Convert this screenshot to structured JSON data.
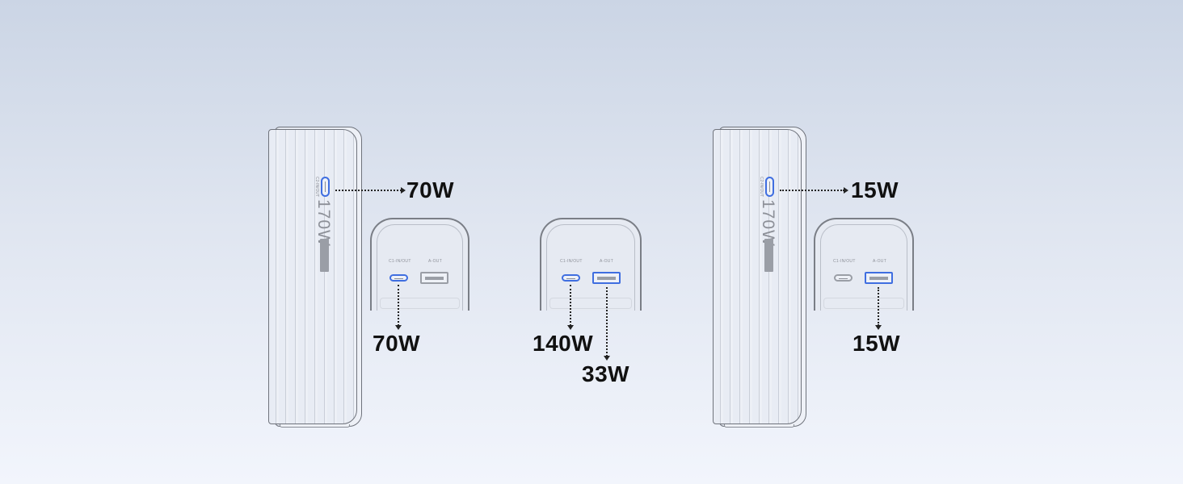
{
  "colors": {
    "accent": "#3f6ee0",
    "background_top": "#cbd5e5",
    "background_bottom": "#f2f5fc"
  },
  "device": {
    "rating": "170W",
    "side_port_label": "C2-IN/OUT",
    "logo_icon": "brand-logo-icon"
  },
  "unit": {
    "c_port_label": "C1-IN/OUT",
    "a_port_label": "A-OUT"
  },
  "scenarios": [
    {
      "side_output": "70W",
      "c_output": "70W"
    },
    {
      "c_output": "140W",
      "a_output": "33W"
    },
    {
      "side_output": "15W",
      "a_output": "15W"
    }
  ]
}
